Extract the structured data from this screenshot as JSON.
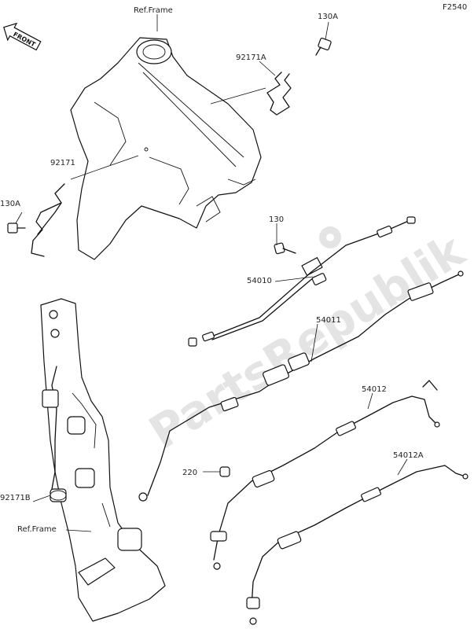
{
  "diagram": {
    "code": "F2540",
    "front_badge": "FRONT",
    "watermark": "PartsRepublik",
    "labels": {
      "ref_frame_top": "Ref.Frame",
      "ref_frame_bottom": "Ref.Frame",
      "p130A_top": "130A",
      "p130A_left": "130A",
      "p92171A": "92171A",
      "p92171": "92171",
      "p92171B": "92171B",
      "p130": "130",
      "p54010": "54010",
      "p54011": "54011",
      "p54012": "54012",
      "p54012A": "54012A",
      "p220": "220"
    }
  }
}
